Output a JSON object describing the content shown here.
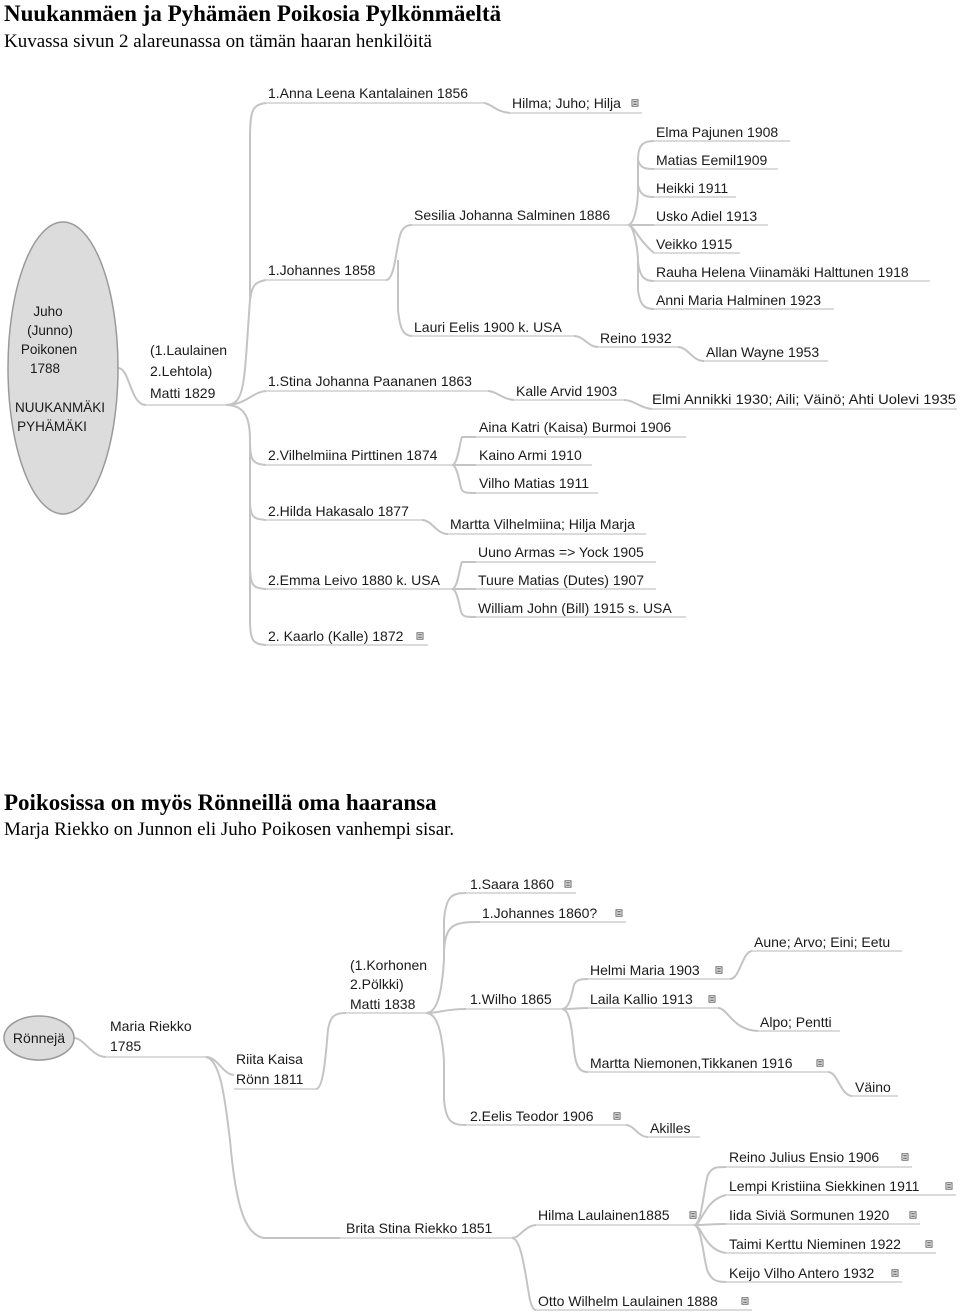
{
  "section1": {
    "title": "Nuukanmäen ja Pyhämäen Poikosia Pylkönmäeltä",
    "subtitle": "Kuvassa sivun 2 alareunassa on tämän haaran henkilöitä",
    "tree": {
      "root": {
        "lines": [
          "Juho",
          "(Junno)",
          "Poikonen",
          "1788",
          "",
          "NUUKANMÄKI",
          "PYHÄMÄKI"
        ]
      },
      "matti": {
        "lines": [
          "(1.Laulainen",
          "2.Lehtola)",
          "Matti 1829"
        ]
      },
      "anna": "1.Anna Leena Kantalainen 1856",
      "anna_children": "Hilma; Juho; Hilja",
      "johannes": "1.Johannes 1858",
      "sesilia": "Sesilia Johanna Salminen 1886",
      "sesilia_children": [
        "Elma Pajunen 1908",
        "Matias Eemil1909",
        "Heikki 1911",
        "Usko Adiel 1913",
        "Veikko 1915",
        "Rauha Helena Viinamäki Halttunen 1918",
        "Anni Maria Halminen 1923"
      ],
      "lauri": "Lauri Eelis 1900 k. USA",
      "reino": "Reino 1932",
      "allan": "Allan Wayne 1953",
      "stina": "1.Stina Johanna Paananen 1863",
      "kalle": "Kalle Arvid 1903",
      "elmi": "Elmi Annikki 1930; Aili; Väinö; Ahti Uolevi 1935",
      "vilhelmiina": "2.Vilhelmiina Pirttinen 1874",
      "vilhelmiina_children": [
        "Aina Katri (Kaisa) Burmoi 1906",
        "Kaino Armi 1910",
        "Vilho Matias 1911"
      ],
      "hilda": "2.Hilda Hakasalo 1877",
      "hilda_children": "Martta Vilhelmiina; Hilja Marja",
      "emma": "2.Emma Leivo 1880 k. USA",
      "emma_children": [
        "Uuno Armas => Yock 1905",
        "Tuure Matias (Dutes) 1907",
        "William John (Bill) 1915 s. USA"
      ],
      "kaarlo": "2. Kaarlo (Kalle) 1872"
    }
  },
  "section2": {
    "title": "Poikosissa on myös Rönneillä oma haaransa",
    "subtitle": "Marja Riekko on Junnon eli Juho Poikosen vanhempi sisar.",
    "tree": {
      "root": "Rönnejä",
      "maria": {
        "lines": [
          "Maria Riekko",
          "1785"
        ]
      },
      "riita": {
        "lines": [
          "Riita Kaisa",
          "Rönn 1811"
        ]
      },
      "matti": {
        "lines": [
          "(1.Korhonen",
          "2.Pölkki)",
          "Matti 1838"
        ]
      },
      "saara": "1.Saara 1860",
      "johannes": "1.Johannes 1860?",
      "wilho": "1.Wilho 1865",
      "helmi": "Helmi Maria 1903",
      "aune": "Aune; Arvo; Eini; Eetu",
      "laila": "Laila Kallio 1913",
      "alpo": "Alpo; Pentti",
      "martta": "Martta Niemonen,Tikkanen 1916",
      "vaino": "Väino",
      "eelis": "2.Eelis Teodor 1906",
      "akilles": "Akilles",
      "brita": "Brita Stina Riekko 1851",
      "hilma": "Hilma Laulainen1885",
      "hilma_children": [
        "Reino Julius Ensio 1906",
        "Lempi Kristiina Siekkinen 1911",
        "Iida Siviä Sormunen 1920",
        "Taimi Kerttu Nieminen 1922",
        "Keijo Vilho Antero 1932"
      ],
      "otto": "Otto Wilhelm Laulainen 1888"
    }
  },
  "colors": {
    "link": "#c4c4c4",
    "node_fill": "#dcdcdc",
    "node_stroke": "#9a9a9a",
    "underline": "#cfcfcf",
    "note_icon": "#555555"
  },
  "icons": {
    "note": "note-icon"
  }
}
